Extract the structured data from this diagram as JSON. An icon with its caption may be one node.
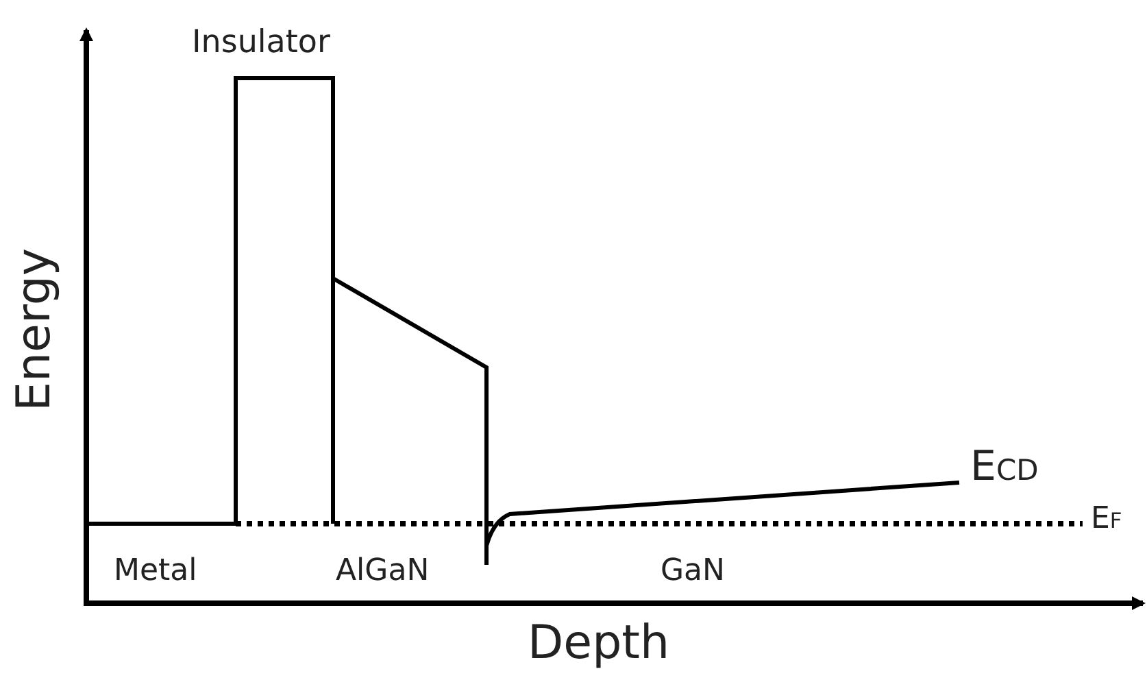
{
  "diagram": {
    "labels": [
      "Insulator",
      "Energy",
      "E$_{CD}$",
      "E$_{F}$",
      "Metal",
      "AlGaN",
      "GaN",
      "Depth"
    ]
  }
}
